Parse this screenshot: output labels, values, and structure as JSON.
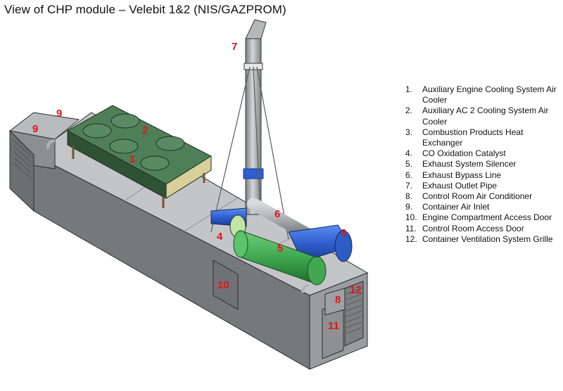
{
  "title": "View of CHP module – Velebit 1&2 (NIS/GAZPROM)",
  "callouts": [
    "7",
    "9",
    "9",
    "2",
    "1",
    "6",
    "3",
    "4",
    "5",
    "10",
    "12",
    "8",
    "11"
  ],
  "legend": [
    {
      "num": "1.",
      "text": "Auxiliary Engine Cooling System Air Cooler"
    },
    {
      "num": "2.",
      "text": "Auxiliary AC 2 Cooling System Air Cooler"
    },
    {
      "num": "3.",
      "text": "Combustion Products Heat Exchanger"
    },
    {
      "num": "4.",
      "text": "CO Oxidation Catalyst"
    },
    {
      "num": "5.",
      "text": "Exhaust System Silencer"
    },
    {
      "num": "6.",
      "text": "Exhaust Bypass Line"
    },
    {
      "num": "7.",
      "text": "Exhaust Outlet Pipe"
    },
    {
      "num": "8.",
      "text": "Control Room Air Conditioner"
    },
    {
      "num": "9.",
      "text": "Container Air Inlet"
    },
    {
      "num": "10.",
      "text": "Engine Compartment Access Door"
    },
    {
      "num": "11.",
      "text": "Control Room Access Door"
    },
    {
      "num": "12.",
      "text": "Container Ventilation System Grille"
    }
  ],
  "colors": {
    "cooler_green": "#3e6b45",
    "silencer_green": "#3fa850",
    "exchanger_blue": "#2f5fcf",
    "container_grey": "#8d8f92",
    "callout_red": "#e0141b"
  }
}
